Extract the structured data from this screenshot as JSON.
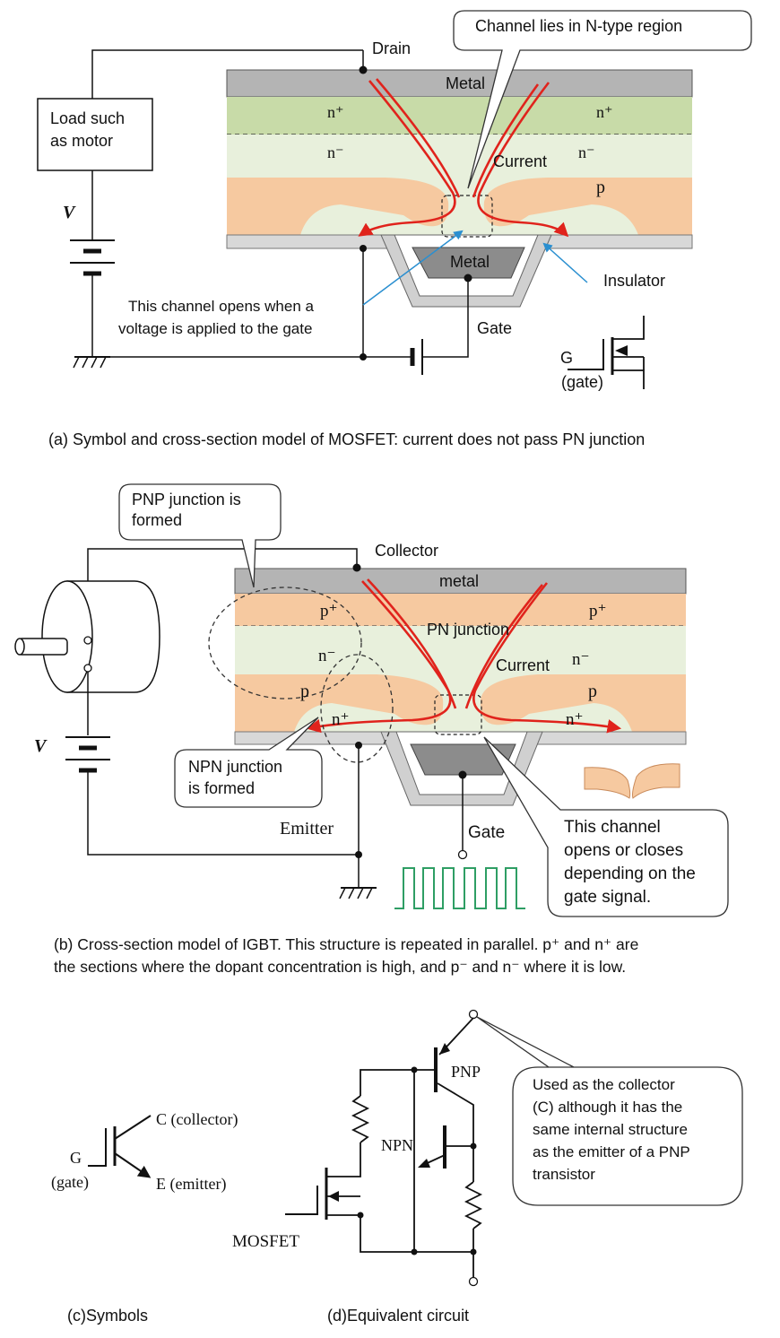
{
  "colors": {
    "metal": "#b4b4b4",
    "metal_dark": "#8c8c8c",
    "n_plus": "#c8dba8",
    "n_minus": "#e8f0dc",
    "p_region": "#f6c9a0",
    "current": "#e0231c",
    "pointer_blue": "#2a8fd0",
    "gate_signal": "#2e9e64",
    "line": "#111111"
  },
  "figure_a": {
    "drain": "Drain",
    "callout_channel": "Channel lies in N-type region",
    "metal_top": "Metal",
    "n_plus_left": "n⁺",
    "n_plus_right": "n⁺",
    "n_minus_left": "n⁻",
    "n_minus_right": "n⁻",
    "current": "Current",
    "p": "p",
    "gate_metal": "Metal",
    "insulator": "Insulator",
    "load_line1": "Load such",
    "load_line2": "as motor",
    "v": "V",
    "note_line1": "This channel opens when a",
    "note_line2": "voltage is applied to the gate",
    "gate": "Gate",
    "symbol_g": "G",
    "symbol_gate": "(gate)",
    "caption": "(a)  Symbol and cross-section model of MOSFET: current does not pass PN junction"
  },
  "figure_b": {
    "pnp_line1": "PNP junction is",
    "pnp_line2": "formed",
    "collector": "Collector",
    "metal": "metal",
    "p_plus_left": "p⁺",
    "p_plus_right": "p⁺",
    "pn_junction": "PN junction",
    "n_minus_left": "n⁻",
    "n_minus_right": "n⁻",
    "current": "Current",
    "p_left": "p",
    "p_right": "p",
    "n_plus_left": "n⁺",
    "n_plus_right": "n⁺",
    "v": "V",
    "npn_line1": "NPN junction",
    "npn_line2": "is formed",
    "emitter": "Emitter",
    "gate": "Gate",
    "channel_line1": "This channel",
    "channel_line2": "opens or closes",
    "channel_line3": "depending on the",
    "channel_line4": "gate signal.",
    "caption_line1": "(b) Cross-section model of IGBT. This structure is repeated in parallel. p⁺ and n⁺ are",
    "caption_line2": "the sections where the dopant concentration is high, and p⁻ and n⁻ where it is low."
  },
  "figure_c": {
    "c_label": "C (collector)",
    "g_label": "G",
    "gate_label": "(gate)",
    "e_label": "E (emitter)",
    "caption": "(c)Symbols"
  },
  "figure_d": {
    "pnp": "PNP",
    "npn": "NPN",
    "mosfet": "MOSFET",
    "note_line1": "Used  as  the  collector",
    "note_line2": "(C)  although  it  has  the",
    "note_line3": "same  internal  structure",
    "note_line4": "as  the  emitter  of  a  PNP",
    "note_line5": "transistor",
    "caption": "(d)Equivalent circuit"
  }
}
